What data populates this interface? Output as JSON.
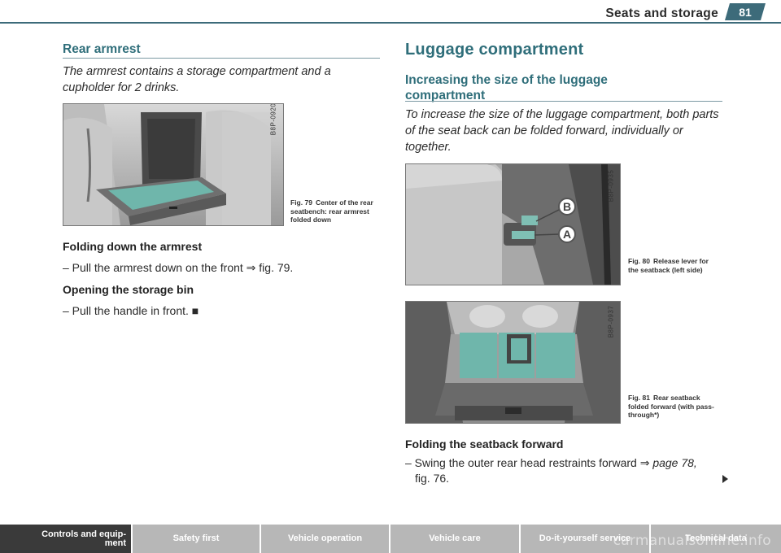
{
  "header": {
    "section_title": "Seats and storage",
    "page_number": "81",
    "accent_color": "#3d6b7a"
  },
  "rear_armrest": {
    "heading": "Rear armrest",
    "intro": "The armrest contains a storage compartment and a cupholder for 2 drinks.",
    "figure": {
      "code": "B8P-0920",
      "number": "Fig. 79",
      "caption": "Center of the rear seatbench: rear armrest folded down"
    },
    "folding_heading": "Folding down the armrest",
    "folding_step": "– Pull the armrest down on the front ⇒ fig. 79.",
    "opening_heading": "Opening the storage bin",
    "opening_step": "– Pull the handle in front. ■"
  },
  "luggage": {
    "heading": "Luggage compartment",
    "subheading": "Increasing the size of the luggage compartment",
    "intro": "To increase the size of the luggage compartment, both parts of the seat back can be folded forward, individually or together.",
    "figure80": {
      "code": "B8P-0935",
      "number": "Fig. 80",
      "caption": "Release lever for the seatback (left side)",
      "label_b": "B",
      "label_a": "A"
    },
    "figure81": {
      "code": "B8P-0937",
      "number": "Fig. 81",
      "caption": "Rear seatback folded forward (with pass-through*)"
    },
    "folding_heading": "Folding the seatback forward",
    "step_line1_prefix": "– Swing the outer rear head restraints forward ⇒ ",
    "step_line1_ref": "page 78,",
    "step_line2": "fig. 76."
  },
  "footer": {
    "tabs": [
      {
        "label": "Controls and equip-\nment",
        "active": true
      },
      {
        "label": "Safety first",
        "active": false
      },
      {
        "label": "Vehicle operation",
        "active": false
      },
      {
        "label": "Vehicle care",
        "active": false
      },
      {
        "label": "Do-it-yourself service",
        "active": false
      },
      {
        "label": "Technical data",
        "active": false
      }
    ],
    "watermark": "carmanualsonline.info"
  }
}
